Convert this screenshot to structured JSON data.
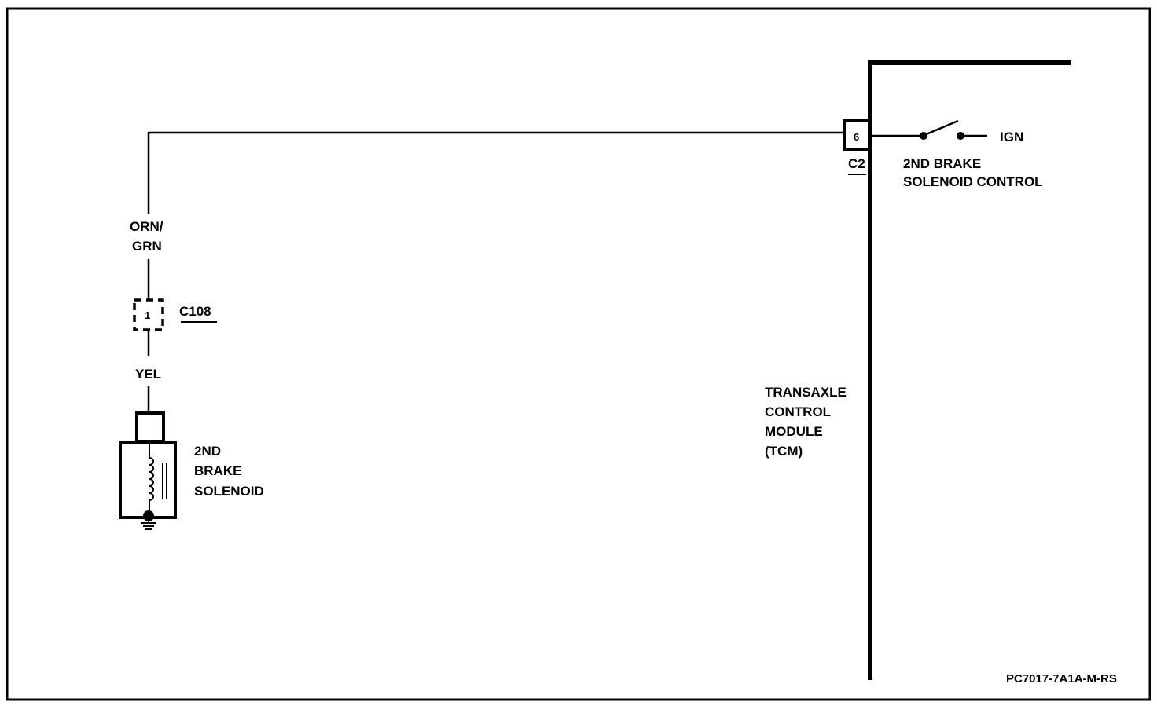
{
  "wires": {
    "upper_color_line1": "ORN/",
    "upper_color_line2": "GRN",
    "lower_color": "YEL"
  },
  "connectors": {
    "inline": {
      "id": "C108",
      "pin": "1"
    },
    "module": {
      "id": "C2",
      "pin": "6"
    }
  },
  "solenoid": {
    "label_line1": "2ND",
    "label_line2": "BRAKE",
    "label_line3": "SOLENOID"
  },
  "switch": {
    "supply": "IGN",
    "label_line1": "2ND BRAKE",
    "label_line2": "SOLENOID CONTROL"
  },
  "module": {
    "label_line1": "TRANSAXLE",
    "label_line2": "CONTROL",
    "label_line3": "MODULE",
    "label_line4": "(TCM)"
  },
  "figure_code": "PC7017-7A1A-M-RS"
}
